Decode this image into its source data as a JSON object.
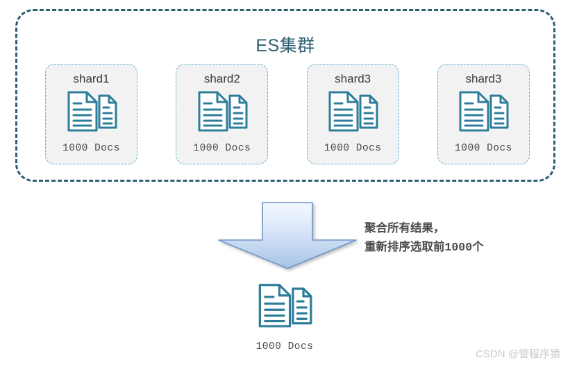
{
  "cluster": {
    "title": "ES集群",
    "border_color": "#2c5f72",
    "shards": [
      {
        "label": "shard1",
        "docs": "1000 Docs",
        "icon": "documents-icon"
      },
      {
        "label": "shard2",
        "docs": "1000 Docs",
        "icon": "documents-icon"
      },
      {
        "label": "shard3",
        "docs": "1000 Docs",
        "icon": "documents-icon"
      },
      {
        "label": "shard3",
        "docs": "1000 Docs",
        "icon": "documents-icon"
      }
    ]
  },
  "flow": {
    "arrow": {
      "icon": "down-arrow-icon",
      "direction": "down",
      "fill_top": "#eaf1fb",
      "fill_bottom": "#a6c4e6",
      "stroke": "#7094c9"
    },
    "annotation_line1": "聚合所有结果，",
    "annotation_line2_prefix": "重新排序选取前",
    "annotation_line2_number": "1000",
    "annotation_line2_suffix": "个"
  },
  "result": {
    "icon": "documents-icon",
    "docs": "1000 Docs"
  },
  "watermark": {
    "text": "CSDN @管程序猿",
    "color": "#c9c9c9"
  },
  "colors": {
    "icon_stroke": "#2e7d9a",
    "shard_fill": "#f2f2f2",
    "shard_border": "#56b2d4",
    "title": "#2c5f72",
    "text": "#4a4a4a"
  }
}
